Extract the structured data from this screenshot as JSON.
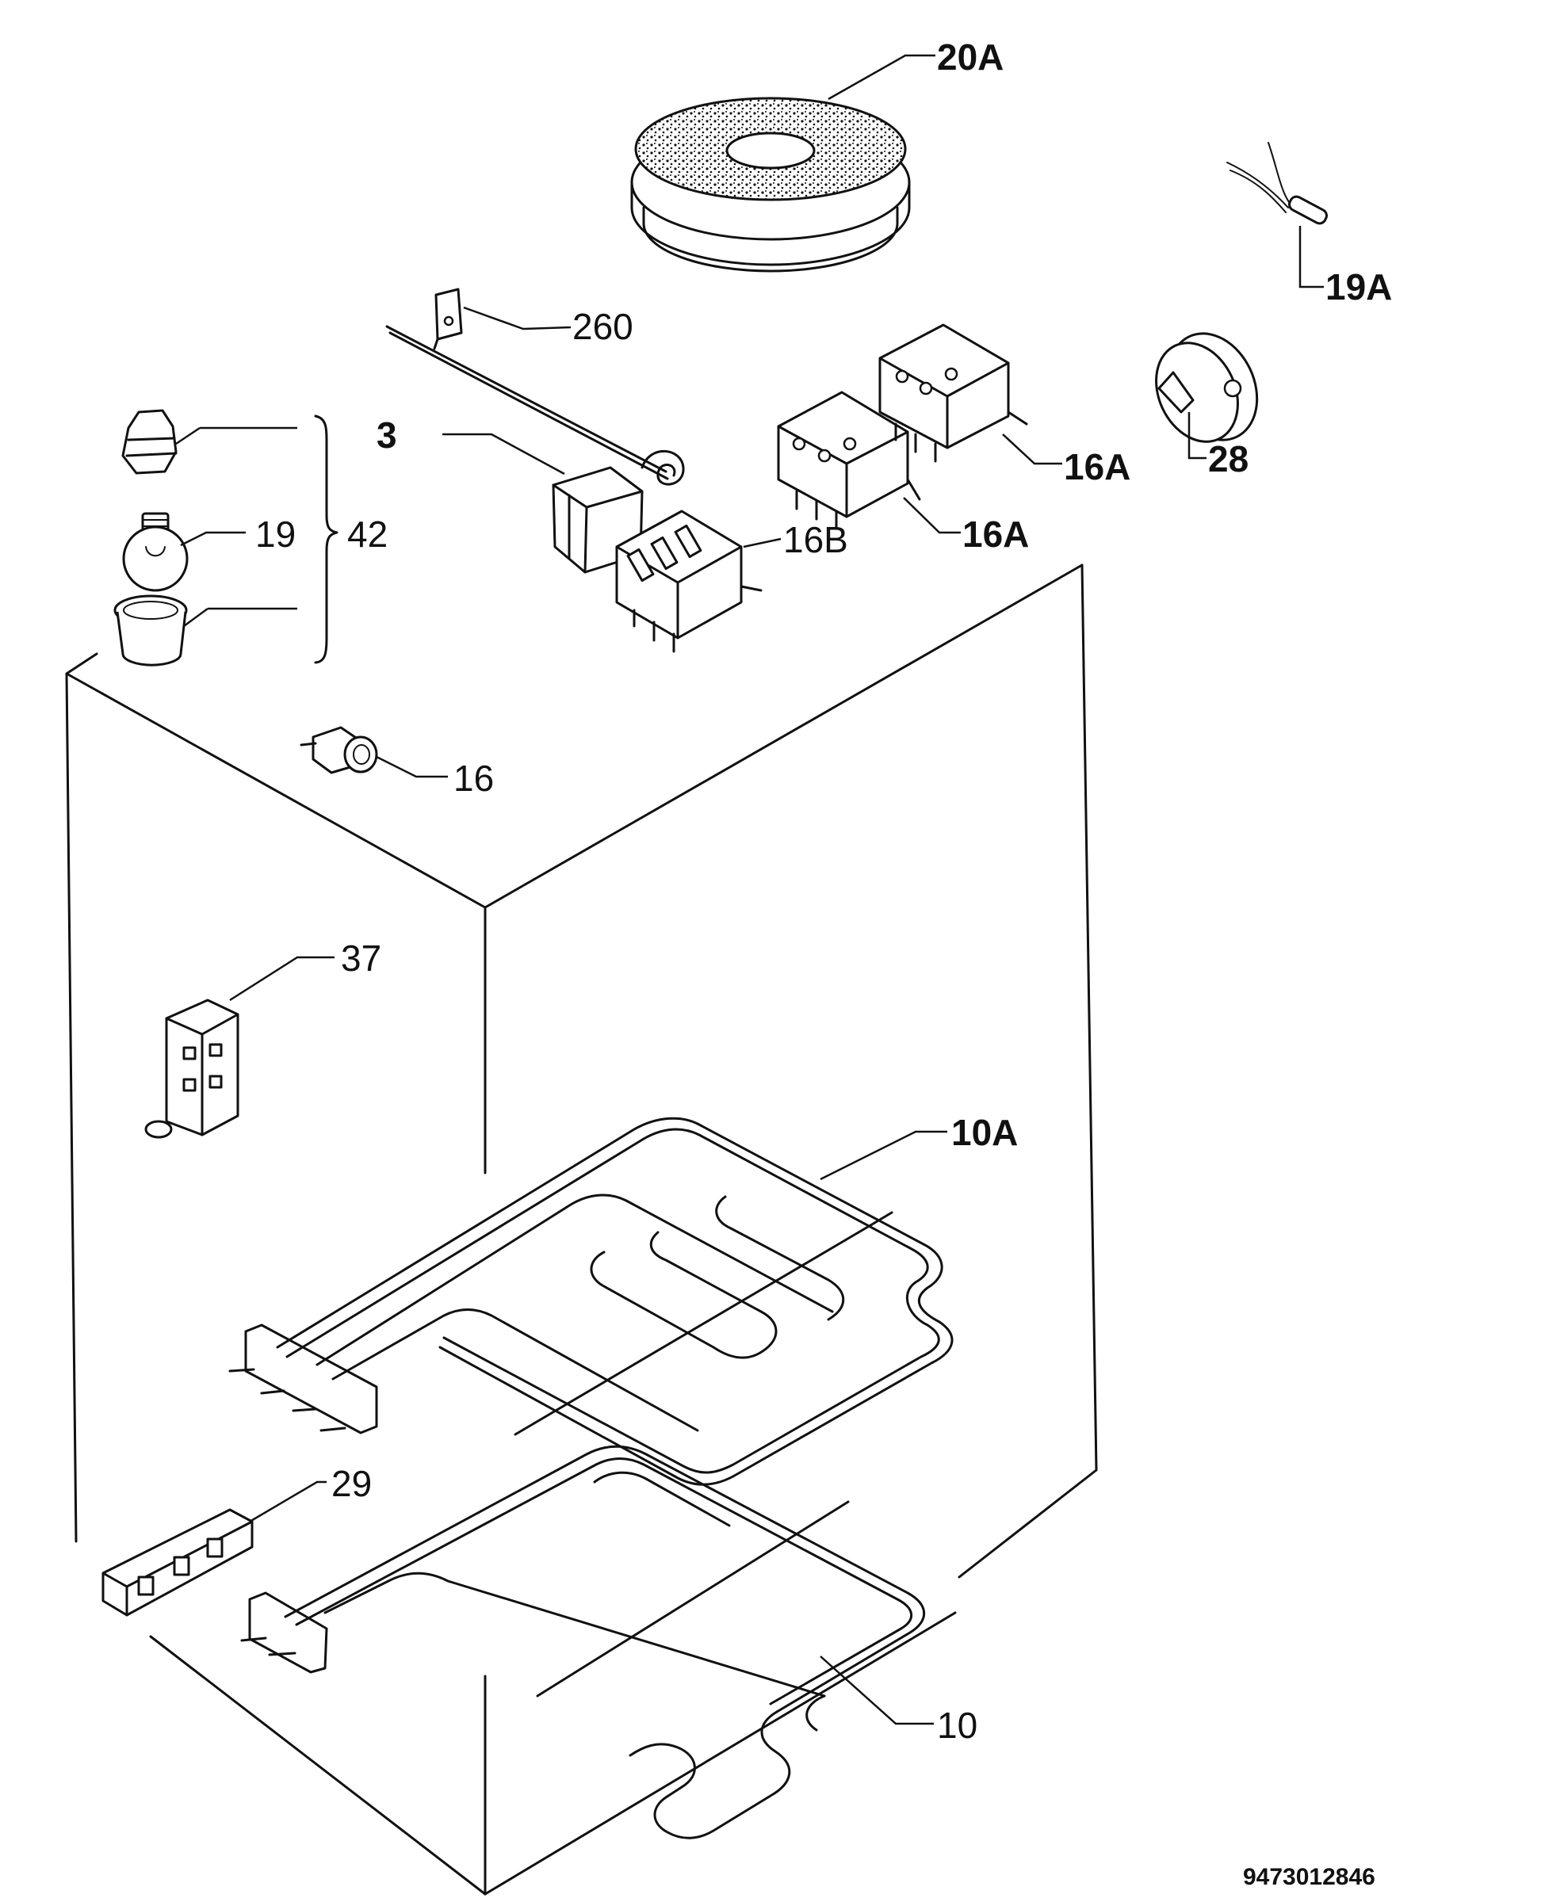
{
  "diagram": {
    "labels": {
      "l20a": "20A",
      "l19a": "19A",
      "l260": "260",
      "l3": "3",
      "l42": "42",
      "l19": "19",
      "l16b": "16B",
      "l16a_upper": "16A",
      "l16a_lower": "16A",
      "l28": "28",
      "l16": "16",
      "l37": "37",
      "l10a": "10A",
      "l29": "29",
      "l10": "10"
    },
    "drawing_code": "9473012846"
  }
}
